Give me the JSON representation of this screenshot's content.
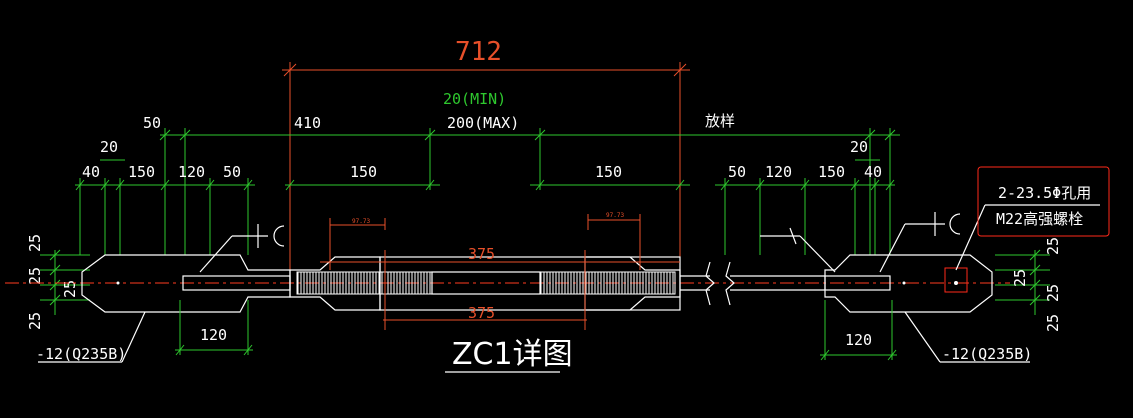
{
  "title": "ZC1详图",
  "dims": {
    "overall": "712",
    "min_gap": "20(MIN)",
    "max_gap": "200(MAX)",
    "d410": "410",
    "fangyang": "放样",
    "d50": "50",
    "d20": "20",
    "d40": "40",
    "d150": "150",
    "d120": "120",
    "d25": "25",
    "d375": "375",
    "small_dim": "97.73"
  },
  "notes": {
    "plate_left": "-12(Q235B)",
    "plate_right": "-12(Q235B)",
    "hole_line1": "2-23.5Φ孔用",
    "hole_line2": "M22高强螺栓"
  },
  "colors": {
    "background": "#000000",
    "dimension": "#2ec82e",
    "outline": "#ffffff",
    "turnbuckle_dim": "#e8502a",
    "highlight_box": "#ff2a1a",
    "centerline": "#ff3b1f"
  }
}
